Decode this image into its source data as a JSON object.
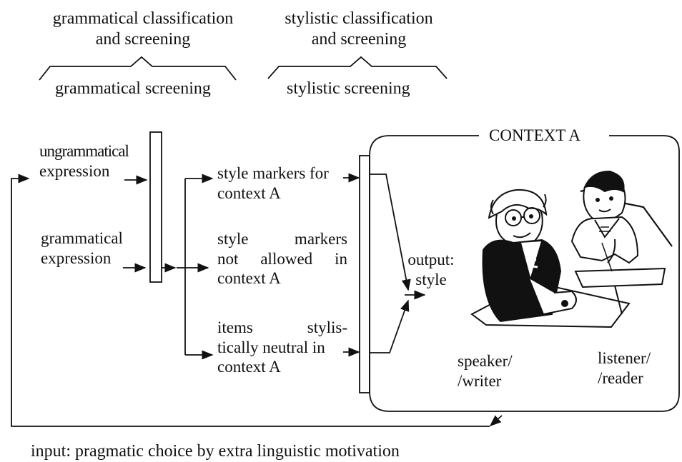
{
  "headers": {
    "grammatical_classification": [
      "grammatical classification",
      "and screening"
    ],
    "grammatical_screening": "grammatical screening",
    "stylistic_classification": [
      "stylistic classification",
      "and screening"
    ],
    "stylistic_screening": "stylistic screening"
  },
  "inputs": {
    "ungrammatical": [
      "ungrammatical",
      "expression"
    ],
    "grammatical": [
      "grammatical",
      "expression"
    ]
  },
  "categories": {
    "markers_for": [
      "style markers for",
      "context A"
    ],
    "markers_not_allowed": [
      "style markers",
      "not allowed in",
      "context A"
    ],
    "neutral": [
      "items stylis-",
      "tically neutral in",
      "context A"
    ]
  },
  "context": {
    "title": "CONTEXT A",
    "output": [
      "output:",
      "style"
    ],
    "speaker": [
      "speaker/",
      "/writer"
    ],
    "listener": [
      "listener/",
      "/reader"
    ]
  },
  "footer": "input: pragmatic choice by extra linguistic motivation"
}
